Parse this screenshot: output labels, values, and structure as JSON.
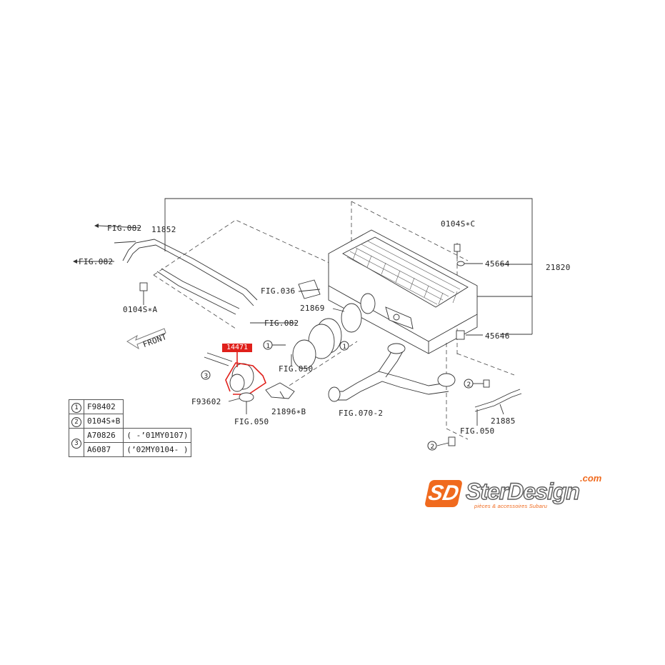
{
  "diagram": {
    "labels": {
      "fig082_a": "FIG.082",
      "p11852": "11852",
      "fig082_b": "FIG.082",
      "fig082_c": "FIG.082",
      "fig036": "FIG.036",
      "p21869": "21869",
      "p0104sc": "0104S∗C",
      "p45664": "45664",
      "p21820": "21820",
      "p45646": "45646",
      "p0104sa": "0104S∗A",
      "front": "FRONT",
      "p14471": "14471",
      "fig050_a": "FIG.050",
      "fig050_b": "FIG.050",
      "fig050_c": "FIG.050",
      "p93602": "F93602",
      "p21896": "21896∗B",
      "fig070": "FIG.070-2",
      "p21885": "21885",
      "c1": "1",
      "c1b": "1",
      "c2": "2",
      "c2b": "2",
      "c3": "3"
    },
    "highlight_color": "#e0201b"
  },
  "legend_table": {
    "rows": [
      {
        "num": "1",
        "code": "F98402",
        "range": ""
      },
      {
        "num": "2",
        "code": "0104S∗B",
        "range": ""
      },
      {
        "num": "3",
        "code": "A70826",
        "range": "(      -’01MY0107)"
      },
      {
        "num": "",
        "code": "A6087",
        "range": "(’02MY0104-      )"
      }
    ]
  },
  "logo": {
    "mark": "SD",
    "name": "SterDesign",
    "tld": ".com",
    "tagline": "pièces & accessoires Subaru",
    "brand_color": "#f06a1e"
  }
}
